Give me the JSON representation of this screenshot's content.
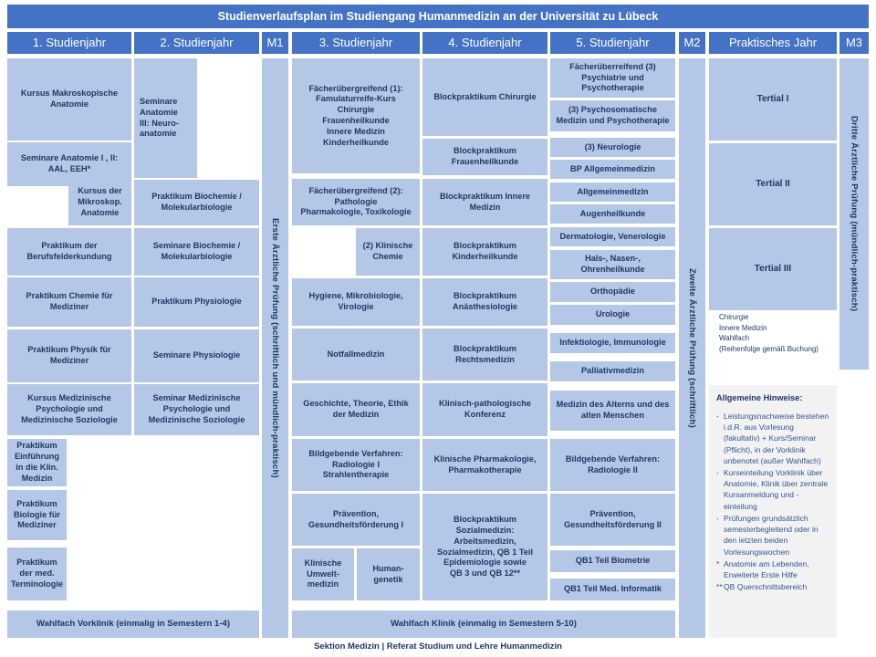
{
  "title": "Studienverlaufsplan im Studiengang Humanmedizin an der Universität zu Lübeck",
  "footer": "Sektion Medizin  |  Referat Studium und Lehre Humanmedizin",
  "colors": {
    "header_blue": "#4472C4",
    "cell_blue": "#B4C7E7",
    "text_dark": "#1F3864",
    "notes_bg": "#F2F2F2",
    "notes_text": "#2F5597"
  },
  "headers": {
    "y1": "1. Studienjahr",
    "y2": "2. Studienjahr",
    "m1": "M1",
    "y3": "3. Studienjahr",
    "y4": "4. Studienjahr",
    "y5": "5. Studienjahr",
    "m2": "M2",
    "pj": "Praktisches Jahr",
    "m3": "M3"
  },
  "exams": {
    "m1_label": "Erste Ärztliche Prüfung (schriftlich und mündlich-praktisch)",
    "m2_label": "Zweite Ärztliche Prüfung (schriftlich)",
    "m3_label": "Dritte Ärztliche Prüfung (mündlich-praktisch)"
  },
  "year1": [
    "Kursus Makroskopische\nAnatomie",
    "Seminare Anatomie I , II:\nAAL, EEH*",
    "Praktikum der\nBerufsfelderkundung",
    "Praktikum Chemie für\nMediziner",
    "Praktikum Physik für\nMediziner",
    "Kursus Medizinische\nPsychologie und\nMedizinische Soziologie",
    "Praktikum\nEinführung\nin die Klin.\nMedizin",
    "Praktikum\nBiologie für\nMediziner",
    "Praktikum\nder med.\nTerminologie"
  ],
  "year1_mikro": "Kursus der\nMikroskop.\nAnatomie",
  "year2": [
    "Seminare\nAnatomie\nIII: Neuro-\nanatomie",
    "Praktikum Biochemie /\nMolekularbiologie",
    "Seminare Biochemie /\nMolekularbiologie",
    "Praktikum Physiologie",
    "Seminare Physiologie",
    "Seminar Medizinische\nPsychologie und\nMedizinische Soziologie"
  ],
  "wahlfach_vorklinik": "Wahlfach Vorklinik (einmalig in Semestern 1-4)",
  "wahlfach_klinik": "Wahlfach Klinik (einmalig in Semestern 5-10)",
  "year3": [
    "Fächerübergreifend (1):\nFamulaturreife-Kurs\nChirurgie\nFrauenheilkunde\nInnere Medizin\nKinderheilkunde",
    "Fächerübergreifend (2):\nPathologie\nPharmakologie, Toxikologie",
    "Hygiene, Mikrobiologie,\nVirologie",
    "Notfallmedizin",
    "Geschichte, Theorie, Ethik\nder Medizin",
    "Bildgebende Verfahren:\nRadiologie I\nStrahlentherapie",
    "Prävention,\nGesundheitsförderung I"
  ],
  "year3_klin_chemie": "(2) Klinische\nChemie",
  "year3_umwelt": "Klinische\nUmwelt-\nmedizin",
  "year3_humangenetik": "Human-\ngenetik",
  "year4": [
    "Blockpraktikum Chirurgie",
    "Blockpraktikum\nFrauenheilkunde",
    "Blockpraktikum Innere\nMedizin",
    "Blockpraktikum\nKinderheilkunde",
    "Blockpraktikum\nAnästhesiologie",
    "Blockpraktikum\nRechtsmedizin",
    "Klinisch-pathologische\nKonferenz",
    "Klinische Pharmakologie,\nPharmakotherapie",
    "Blockpraktikum\nSozialmedizin:\nArbeitsmedizin,\nSozialmedizin, QB 1 Teil\nEpidemiologie sowie\nQB 3 und QB 12**"
  ],
  "year5": [
    "Fächerüberreifend (3)\nPsychiatrie und\nPsychotherapie",
    "(3) Psychosomatische\nMedizin und Psychotherapie",
    "(3) Neurologie",
    "BP Allgemeinmedizin",
    "Allgemeinmedizin",
    "Augenheilkunde",
    "Dermatologie, Venerologie",
    "Hals-, Nasen-,\nOhrenheilkunde",
    "Orthopädie",
    "Urologie",
    "Infektiologie, Immunologie",
    "Palliativmedizin",
    "Medizin des Alterns und des\nalten Menschen",
    "Bildgebende Verfahren:\nRadiologie II",
    "Prävention,\nGesundheitsförderung II",
    "QB1 Teil Biometrie",
    "QB1 Teil Med. Informatik"
  ],
  "pj": {
    "tertials": [
      "Tertial I",
      "Tertial II",
      "Tertial III"
    ],
    "note": "Chirurgie\nInnere Medizin\nWahlfach\n(Reihenfolge gemäß Buchung)"
  },
  "notes": {
    "title": "Allgemeine Hinweise:",
    "items": [
      {
        "bullet": "-",
        "text": "Leistungsnachweise bestehen i.d.R. aus Vorlesung (fakultativ) + Kurs/Seminar (Pflicht), in der Vorklinik unbenotet (außer Wahlfach)"
      },
      {
        "bullet": "-",
        "text": "Kurseinteilung Vorklinik über Anatomie, Klinik über zentrale Kursanmeldung und -einteilung"
      },
      {
        "bullet": "-",
        "text": "Prüfungen grundsätzlich semesterbegleitend oder in den letzten beiden Vorlesungswochen"
      },
      {
        "bullet": "*",
        "text": "Anatomie am Lebenden, Erweiterte Erste Hilfe"
      },
      {
        "bullet": "**",
        "text": "QB Querschnittsbereich"
      }
    ]
  }
}
